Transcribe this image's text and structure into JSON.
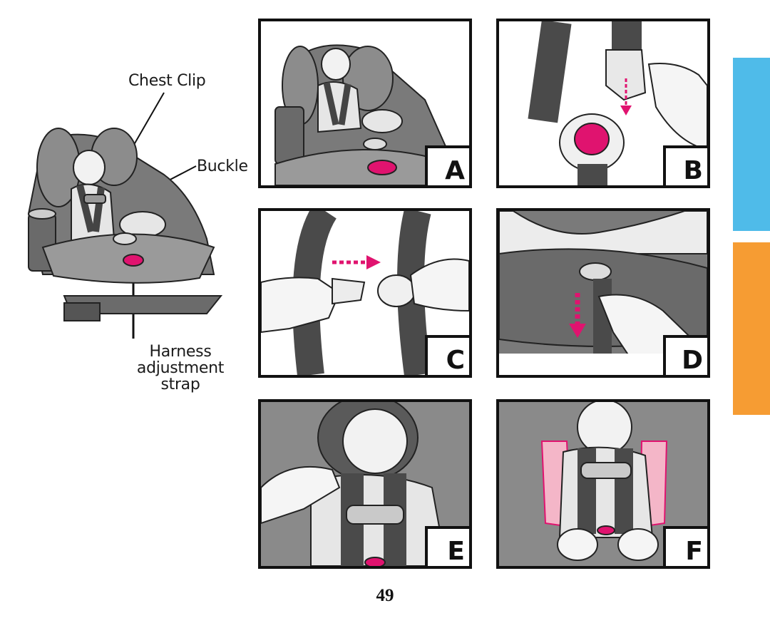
{
  "overview": {
    "callouts": {
      "chest_clip": "Chest Clip",
      "buckle": "Buckle",
      "harness_line1": "Harness",
      "harness_line2": "adjustment",
      "harness_line3": "strap"
    }
  },
  "panels": [
    {
      "letter": "A"
    },
    {
      "letter": "B"
    },
    {
      "letter": "C"
    },
    {
      "letter": "D"
    },
    {
      "letter": "E"
    },
    {
      "letter": "F"
    }
  ],
  "page_number": "49",
  "colors": {
    "seat_dark": "#5a5a5a",
    "seat_mid": "#8a8a8a",
    "seat_light": "#b8b8b8",
    "strap": "#4a4a4a",
    "accent_magenta": "#e0136f",
    "tab_blue": "#4fbbe9",
    "tab_orange": "#f69c33",
    "highlight_pink": "#f4b6c8"
  },
  "icons": {
    "arrow": "down-arrow-icon",
    "arrow_right": "right-arrow-icon"
  }
}
